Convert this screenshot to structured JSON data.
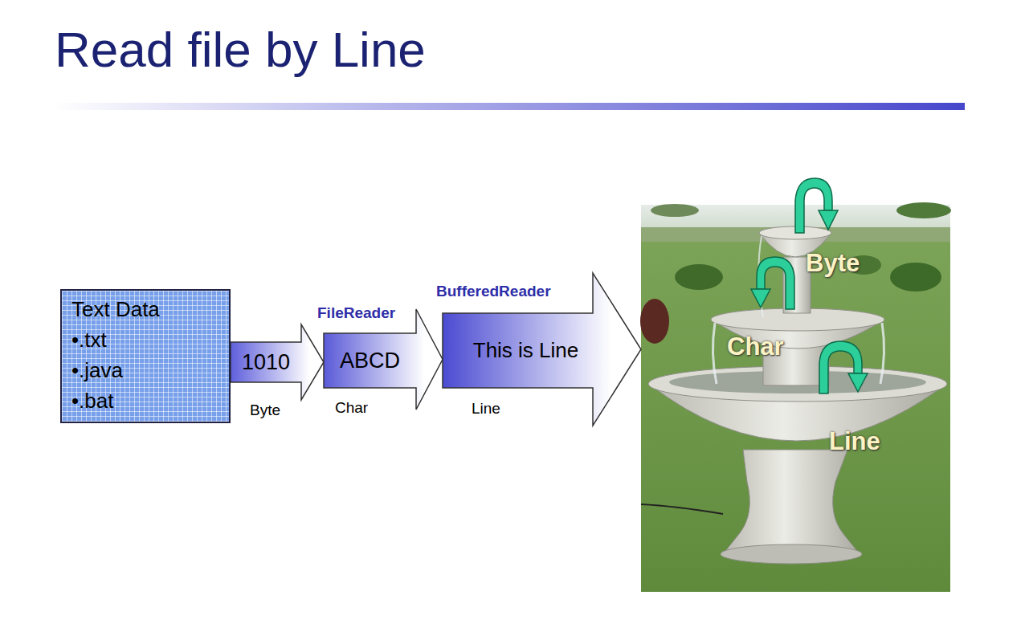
{
  "diagram": {
    "title": "Read file by Line",
    "nodes": [
      {
        "text": [
          "Text Data",
          "•.txt",
          "•.java",
          "•.bat"
        ]
      },
      {
        "text": [
          "1010",
          "Byte"
        ]
      },
      {
        "text": [
          "FileReader",
          "ABCD",
          "Char"
        ]
      },
      {
        "text": [
          "BufferedReader",
          "This is Line",
          "Line"
        ]
      }
    ],
    "labels": [
      "Byte",
      "Char",
      "Line"
    ]
  }
}
